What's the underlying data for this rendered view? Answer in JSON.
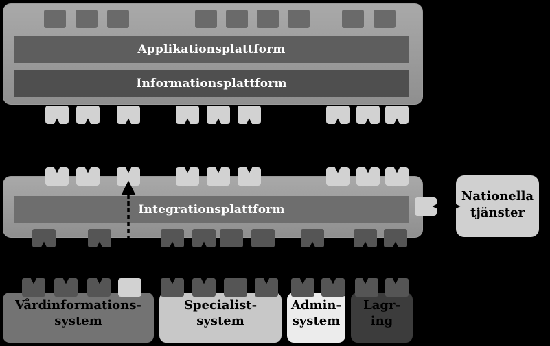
{
  "layers": {
    "application": "Applikationsplattform",
    "information": "Informationsplattform",
    "integration": "Integrationsplattform"
  },
  "national": {
    "line1": "Nationella",
    "line2": "tjänster"
  },
  "systems": {
    "care": {
      "line1": "Vårdinformations-",
      "line2": "system"
    },
    "specialist": {
      "line1": "Specialist-",
      "line2": "system"
    },
    "admin": {
      "line1": "Admin-",
      "line2": "system"
    },
    "storage": {
      "line1": "Lagr-",
      "line2": "ing"
    }
  },
  "colors": {
    "background": "#000000",
    "panel": "#a3a3a3",
    "bar_application": "#5e5e5e",
    "bar_information": "#4f4f4f",
    "bar_integration": "#6e6e6e",
    "connector_light": "#d2d2d2",
    "connector_dark": "#555555"
  }
}
